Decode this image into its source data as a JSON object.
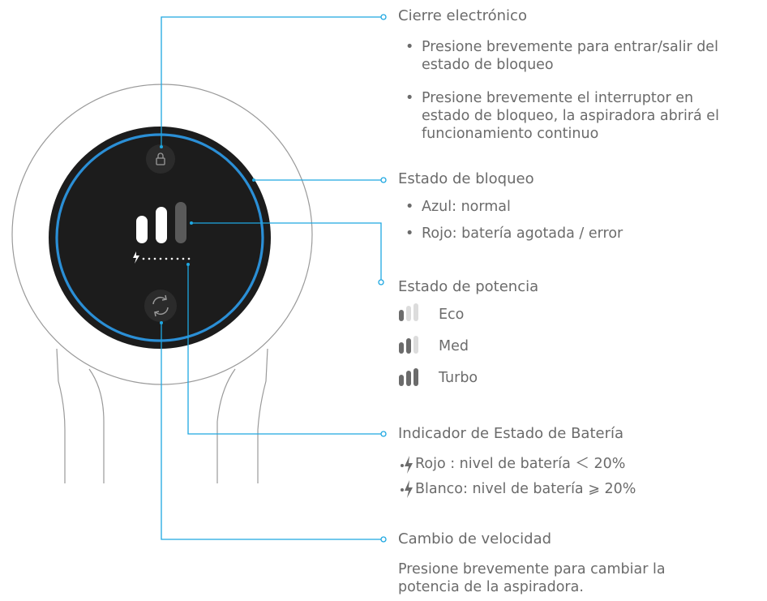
{
  "callouts": {
    "lock": {
      "title": "Cierre electrónico",
      "bullets": [
        [
          "Presione brevemente para entrar/salir del",
          "estado de bloqueo"
        ],
        [
          "Presione brevemente el interruptor en",
          "estado de bloqueo, la aspiradora abrirá el",
          "funcionamiento continuo"
        ]
      ]
    },
    "lock_state": {
      "title": "Estado de bloqueo",
      "bullets": [
        "Azul: normal",
        "Rojo: batería agotada / error"
      ]
    },
    "power_state": {
      "title": "Estado de potencia",
      "levels": [
        {
          "label": "Eco",
          "active_bars": 1
        },
        {
          "label": "Med",
          "active_bars": 2
        },
        {
          "label": "Turbo",
          "active_bars": 3
        }
      ]
    },
    "battery": {
      "title": "Indicador de Estado de Batería",
      "lines": [
        "Rojo : nivel de batería ＜ 20%",
        "Blanco: nivel de batería ⩾ 20%"
      ]
    },
    "speed": {
      "title": "Cambio de velocidad",
      "desc": [
        "Presione brevemente para cambiar la",
        "potencia de la aspiradora."
      ]
    }
  },
  "colors": {
    "accent": "#1ea7e1",
    "ring": "#2b8fd6",
    "panel": "#1c1c1c",
    "text": "#6b6b6b"
  }
}
